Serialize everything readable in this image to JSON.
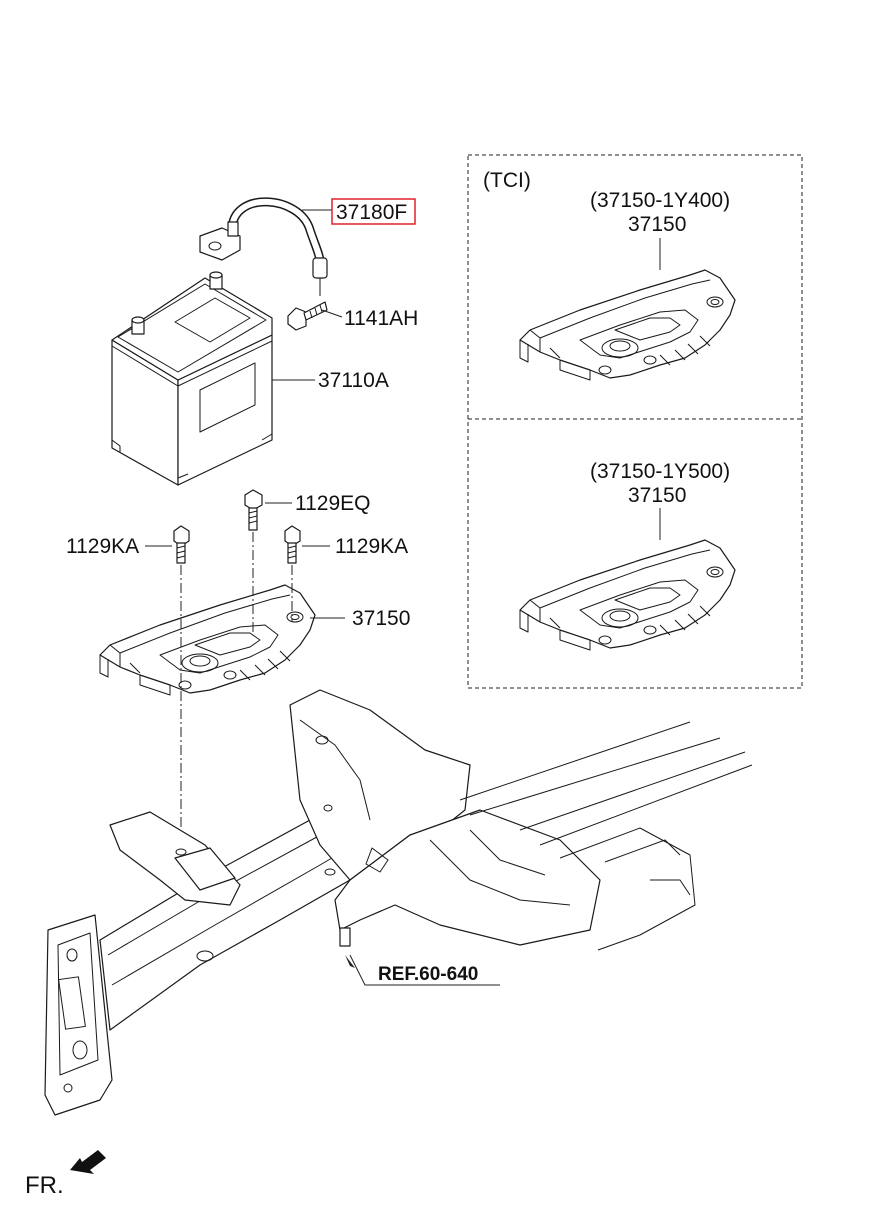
{
  "callouts": {
    "p37180F": "37180F",
    "p1141AH": "1141AH",
    "p37110A": "37110A",
    "p1129EQ": "1129EQ",
    "p1129KA_left": "1129KA",
    "p1129KA_right": "1129KA",
    "p37150_main": "37150",
    "ref": "REF.60-640"
  },
  "tci_panel": {
    "title": "(TCI)",
    "upper_variant": "(37150-1Y400)",
    "upper_part": "37150",
    "lower_variant": "(37150-1Y500)",
    "lower_part": "37150"
  },
  "direction": {
    "label": "FR."
  },
  "colors": {
    "highlight_box": "#e0202a",
    "line": "#222222"
  }
}
